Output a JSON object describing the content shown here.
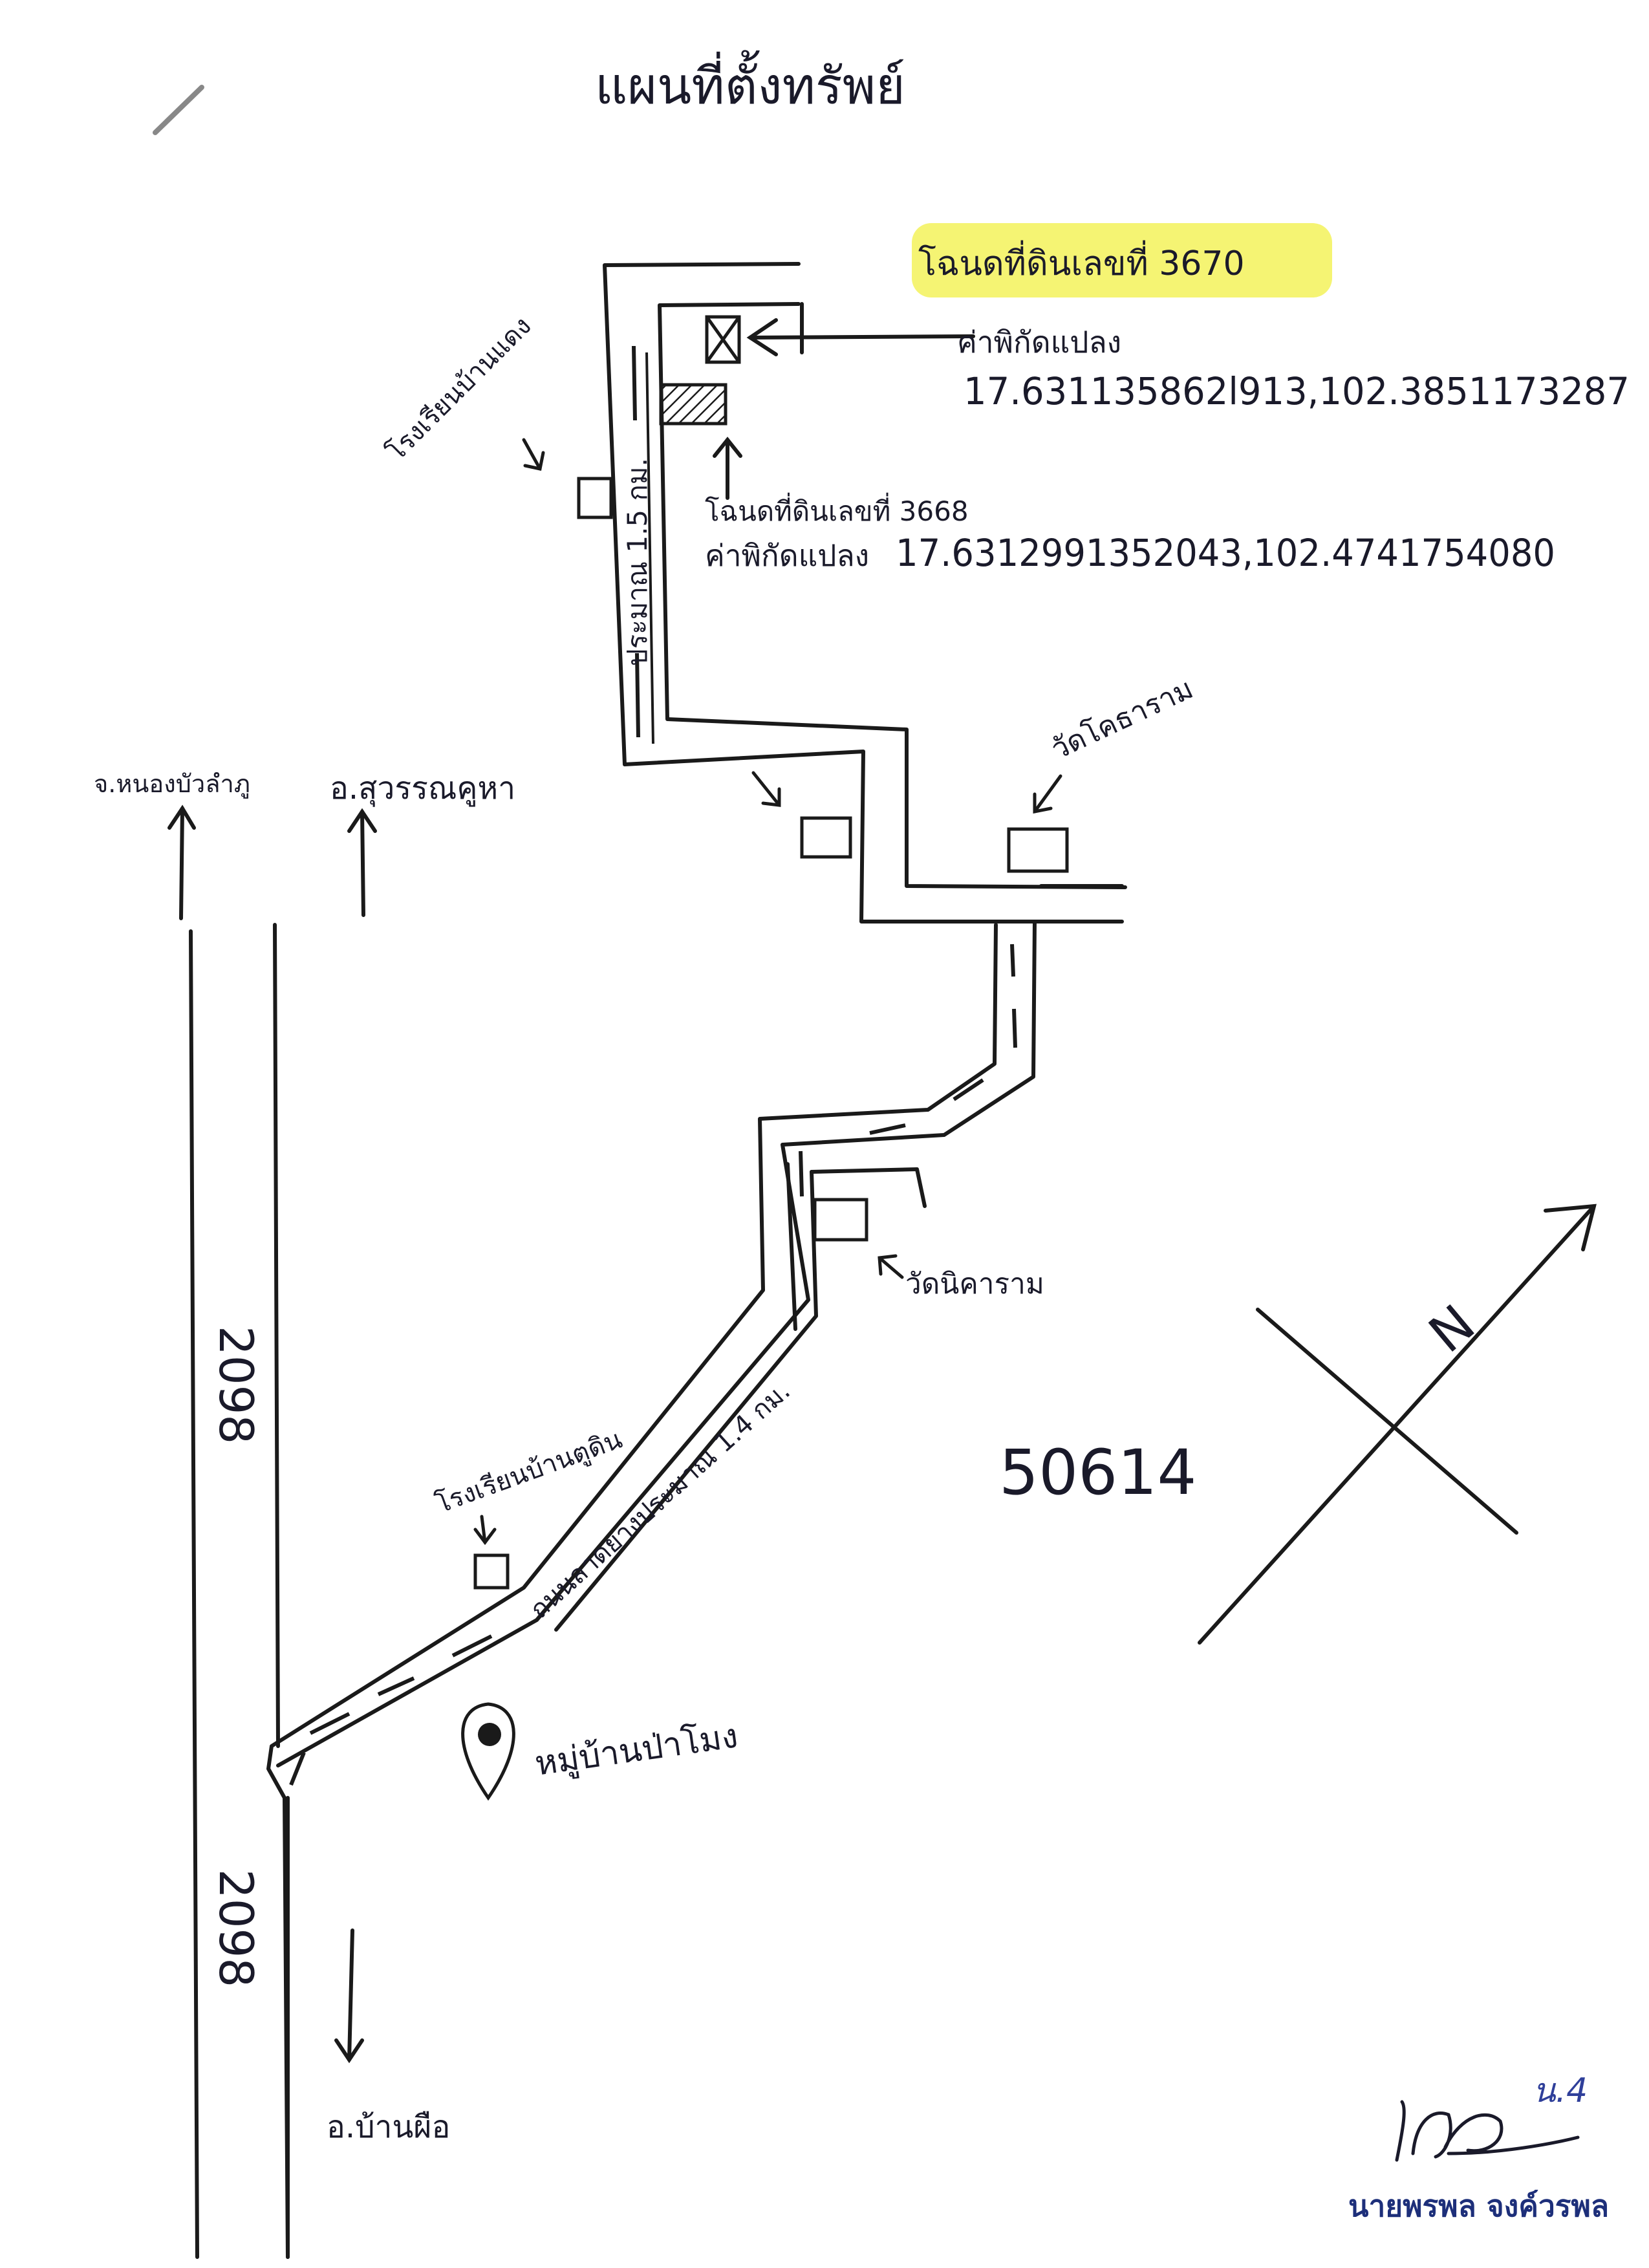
{
  "title": "แผนที่ตั้งทรัพย์",
  "deed_3670": {
    "label": "โฉนดที่ดินเลขที่ 3670",
    "coord_label": "ค่าพิกัดแปลง",
    "coordinates": "17.631135862l913,102.3851173287",
    "highlight_color": "#f3f25a"
  },
  "deed_3668": {
    "label": "โฉนดที่ดินเลขที่ 3668",
    "coord_label": "ค่าพิกัดแปลง",
    "coordinates": "17.6312991352043,102.4741754080"
  },
  "landmarks": {
    "school_ban_daeng": "โรงเรียนบ้านแดง",
    "wat_kotaram": "วัดโคธาราม",
    "wat_nikaram": "วัดนิคาราม",
    "school_ban_tung_din": "โรงเรียนบ้านตูดิน",
    "village": "หมู่บ้านป่าโมง"
  },
  "roads": {
    "distance_north": "ประมาณ 1.5 กม.",
    "distance_south": "ถนนลาดยางประมาณ 1.4 กม.",
    "highway_top": "2098",
    "highway_bottom": "2098"
  },
  "directions": {
    "to_nong_bua_lamphu": "จ.หนองบัวลำภู",
    "to_suwannakhuha": "อ.สุวรรณคูหา",
    "to_ban_phue": "อ.บ้านผือ",
    "north": "N"
  },
  "annotations": {
    "page_number": "50614",
    "stamp": "น.4"
  },
  "signature": {
    "name": "นายพรพล จงค์วรพล",
    "color": "#1d2f7a"
  }
}
